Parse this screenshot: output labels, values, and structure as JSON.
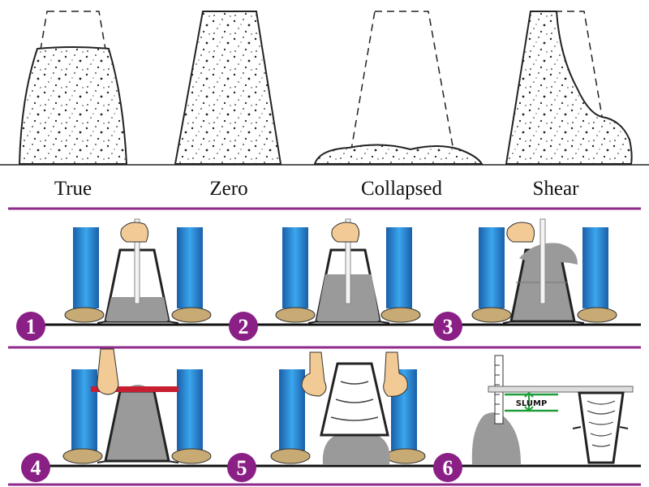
{
  "slump_types": {
    "true_label": "True",
    "zero_label": "Zero",
    "collapsed_label": "Collapsed",
    "shear_label": "Shear"
  },
  "steps": {
    "step1": "1",
    "step2": "2",
    "step3": "3",
    "step4": "4",
    "step5": "5",
    "step6": "6"
  },
  "gauge": {
    "label": "SLUMP"
  },
  "colors": {
    "divider": "#8e2a8a",
    "badge": "#8a1f86",
    "boot": "#2a8fd8",
    "boot_dark": "#1a5fa8",
    "concrete": "#9a9a9a",
    "hand": "#f2ca95",
    "rod_red": "#c81e32",
    "gauge_green": "#1e9e3a"
  }
}
